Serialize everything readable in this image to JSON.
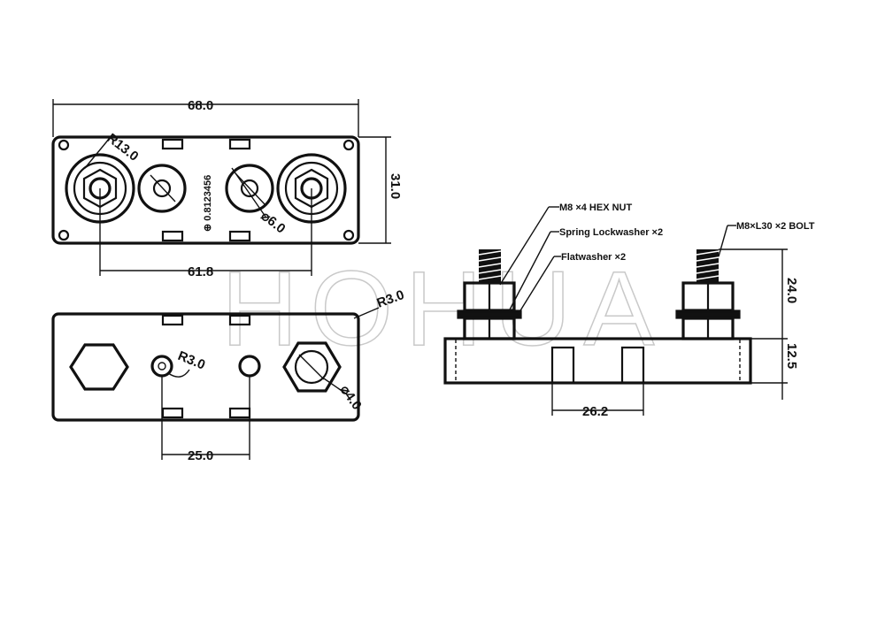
{
  "watermark": "HOHUA",
  "top_view": {
    "width_dim": "68.0",
    "height_dim": "31.0",
    "stud_spacing_dim": "61.8",
    "radius_label": "R13.0",
    "hole_label": "⌀6.0",
    "vertical_mark": "⊕ 0.8123456"
  },
  "bottom_view": {
    "corner_radius": "R3.0",
    "hole_radius": "R3.0",
    "hex_label": "⌀4.0",
    "hole_spacing_dim": "25.0"
  },
  "side_view": {
    "nut_note": "M8 ×4 HEX NUT",
    "spring_note": "Spring Lockwasher ×2",
    "flat_note": "Flatwasher ×2",
    "bolt_note": "M8×L30 ×2 BOLT",
    "stud_height_dim": "24.0",
    "base_height_dim": "12.5",
    "slot_spacing_dim": "26.2"
  }
}
